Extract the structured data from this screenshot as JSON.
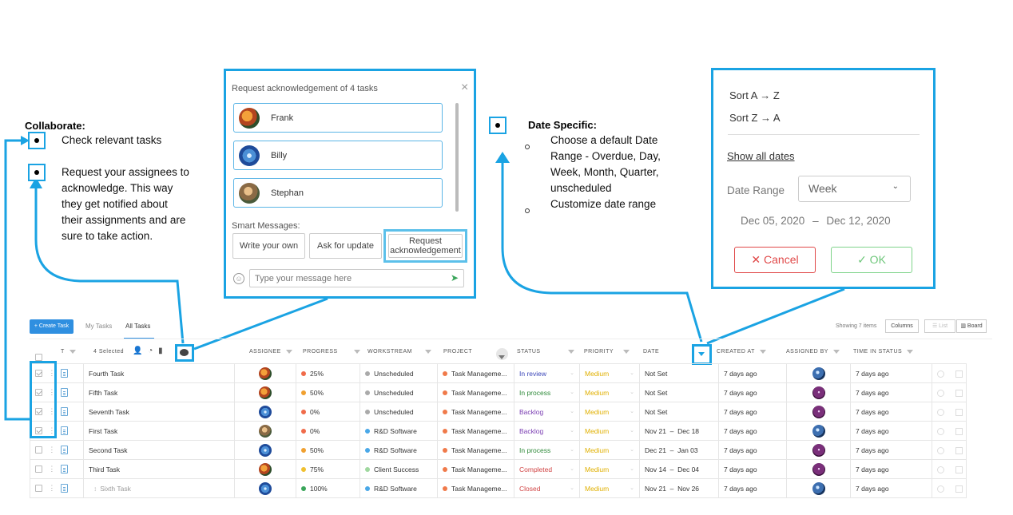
{
  "annotations": {
    "collaborate": {
      "title": "Collaborate:",
      "item1": "Check relevant tasks",
      "item2_lines": [
        "Request your assignees to",
        "acknowledge. This way",
        "they get notified about",
        "their assignments and are",
        "sure to take action."
      ]
    },
    "date_specific": {
      "title": "Date Specific:",
      "sub1_lines": [
        "Choose a default Date",
        "Range - Overdue, Day,",
        "Week, Month, Quarter,",
        "unscheduled"
      ],
      "sub2": "Customize date range"
    }
  },
  "ack_popup": {
    "title": "Request acknowledgement of 4 tasks",
    "close": "×",
    "assignees": [
      "Frank",
      "Billy",
      "Stephan"
    ],
    "smart_label": "Smart Messages:",
    "buttons": {
      "write": "Write your own",
      "ask": "Ask for update",
      "request": "Request acknowledgement"
    },
    "placeholder": "Type your message here"
  },
  "date_popup": {
    "sort_az": "Sort A → Z",
    "sort_za": "Sort Z → A",
    "show_all": "Show all dates",
    "range_label": "Date Range",
    "range_value": "Week",
    "start": "Dec 05, 2020",
    "dash": "–",
    "end": "Dec 12, 2020",
    "cancel": "✕ Cancel",
    "ok": "✓ OK"
  },
  "toolbar": {
    "create": "+ Create Task",
    "tab_my": "My Tasks",
    "tab_all": "All Tasks",
    "showing": "Showing 7 items",
    "columns": "Columns",
    "list": "☰ List",
    "board": "▥ Board"
  },
  "header": {
    "t": "T",
    "selected": "4 Selected",
    "assignee": "ASSIGNEE",
    "progress": "PROGRESS",
    "workstream": "WORKSTREAM",
    "project": "PROJECT",
    "status": "STATUS",
    "priority": "PRIORITY",
    "date": "DATE",
    "created": "CREATED AT",
    "assigned_by": "ASSIGNED BY",
    "time": "TIME IN STATUS"
  },
  "colors": {
    "accent": "#1aa3e3",
    "create_btn": "#2f8fe0",
    "status_purple": "#7b3fb3",
    "status_green": "#2f8a3a",
    "status_red": "#d14545",
    "priority": "#e0b000",
    "cancel": "#e04848",
    "ok": "#7fd48a"
  },
  "rows": [
    {
      "name": "Fourth Task",
      "checked": true,
      "assignee": "frank",
      "progress": "25%",
      "pcolor": "#f06b4a",
      "workstream": "Unscheduled",
      "wcolor": "#aaaaaa",
      "project": "Task Manageme...",
      "status": "In review",
      "scolor": "#3b46b8",
      "priority": "Medium",
      "date": "Not Set",
      "created": "7 days ago",
      "assigned_by": "globe",
      "time": "7 days ago"
    },
    {
      "name": "Fifth Task",
      "checked": true,
      "assignee": "frank",
      "progress": "50%",
      "pcolor": "#f0a030",
      "workstream": "Unscheduled",
      "wcolor": "#aaaaaa",
      "project": "Task Manageme...",
      "status": "In process",
      "scolor": "#2f8a3a",
      "priority": "Medium",
      "date": "Not Set",
      "created": "7 days ago",
      "assigned_by": "purple",
      "time": "7 days ago"
    },
    {
      "name": "Seventh Task",
      "checked": true,
      "assignee": "billy",
      "progress": "0%",
      "pcolor": "#f06b4a",
      "workstream": "Unscheduled",
      "wcolor": "#aaaaaa",
      "project": "Task Manageme...",
      "status": "Backlog",
      "scolor": "#7b3fb3",
      "priority": "Medium",
      "date": "Not Set",
      "created": "7 days ago",
      "assigned_by": "purple",
      "time": "7 days ago"
    },
    {
      "name": "First Task",
      "checked": true,
      "assignee": "stephan",
      "progress": "0%",
      "pcolor": "#f06b4a",
      "workstream": "R&D Software",
      "wcolor": "#4aa8e8",
      "project": "Task Manageme...",
      "status": "Backlog",
      "scolor": "#7b3fb3",
      "priority": "Medium",
      "date": "Nov 21  –  Dec 18",
      "created": "7 days ago",
      "assigned_by": "globe",
      "time": "7 days ago"
    },
    {
      "name": "Second Task",
      "checked": false,
      "assignee": "billy",
      "progress": "50%",
      "pcolor": "#f0a030",
      "workstream": "R&D Software",
      "wcolor": "#4aa8e8",
      "project": "Task Manageme...",
      "status": "In process",
      "scolor": "#2f8a3a",
      "priority": "Medium",
      "date": "Dec 21  –  Jan 03",
      "created": "7 days ago",
      "assigned_by": "purple",
      "time": "7 days ago"
    },
    {
      "name": "Third Task",
      "checked": false,
      "assignee": "frank",
      "progress": "75%",
      "pcolor": "#f0c030",
      "workstream": "Client Success",
      "wcolor": "#9fd89f",
      "project": "Task Manageme...",
      "status": "Completed",
      "scolor": "#d14545",
      "priority": "Medium",
      "date": "Nov 14  –  Dec 04",
      "created": "7 days ago",
      "assigned_by": "purple",
      "time": "7 days ago"
    },
    {
      "name": "Sixth Task",
      "checked": false,
      "assignee": "billy",
      "progress": "100%",
      "pcolor": "#3aa55a",
      "workstream": "R&D Software",
      "wcolor": "#4aa8e8",
      "project": "Task Manageme...",
      "status": "Closed",
      "scolor": "#d14545",
      "priority": "Medium",
      "date": "Nov 21  –  Nov 26",
      "created": "7 days ago",
      "assigned_by": "globe",
      "time": "7 days ago",
      "sub": true
    }
  ]
}
